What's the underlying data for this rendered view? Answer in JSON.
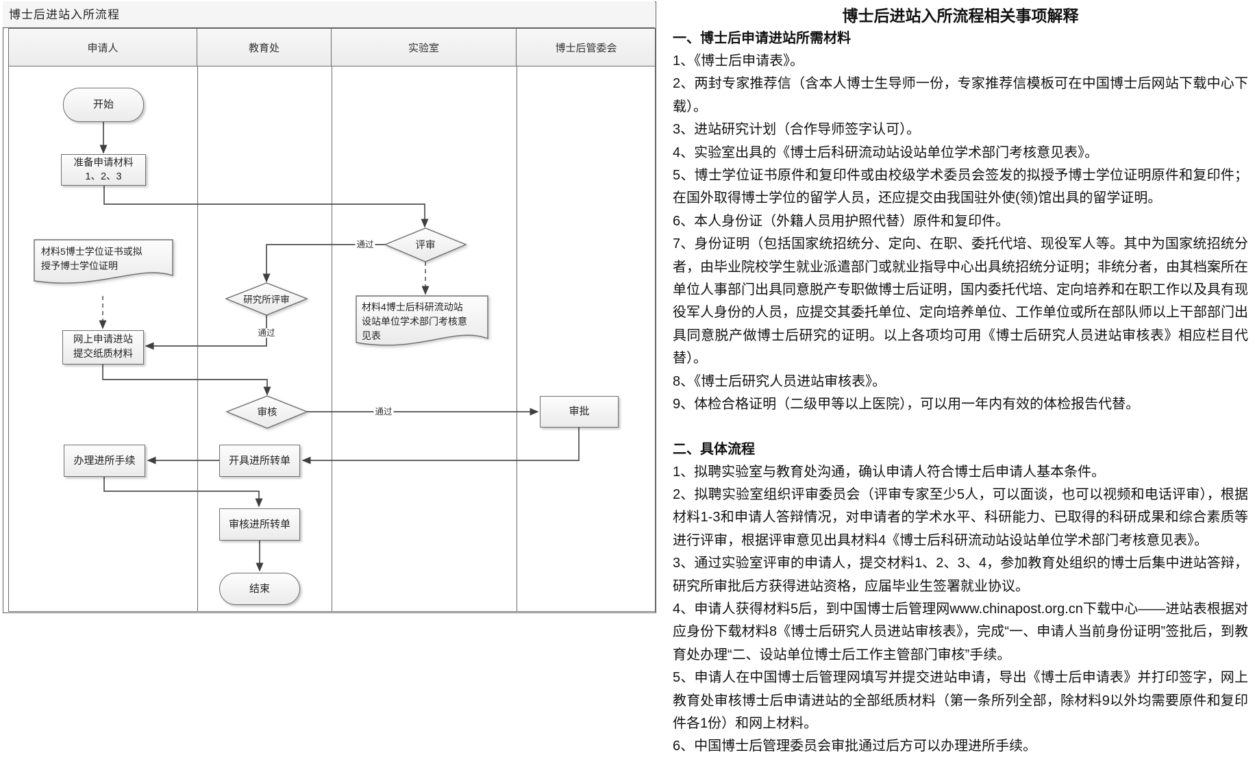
{
  "flowchart": {
    "title": "博士后进站入所流程",
    "lanes": [
      "申请人",
      "教育处",
      "实验室",
      "博士后管委会"
    ],
    "nodes": {
      "start": "开始",
      "prepare": [
        "准备申请材料",
        "1、2、3"
      ],
      "doc5": [
        "材料5博士学位证书或拟",
        "授予博士学位证明"
      ],
      "web_apply": [
        "网上申请进站",
        "提交纸质材料"
      ],
      "review": "评审",
      "institute_review": "研究所评审",
      "doc4": [
        "材料4博士后科研流动站",
        "设站单位学术部门考核意",
        "见表"
      ],
      "audit": "审核",
      "approve": "审批",
      "issue_transfer": "开具进所转单",
      "handle_admission": "办理进所手续",
      "audit_transfer": "审核进所转单",
      "end": "结束"
    },
    "edge_labels": {
      "pass1": "通过",
      "pass2": "通过",
      "pass3": "通过"
    }
  },
  "notes": {
    "title": "博士后进站入所流程相关事项解释",
    "section1": {
      "heading": "一、博士后申请进站所需材料",
      "items": [
        "1、《博士后申请表》。",
        "2、两封专家推荐信（含本人博士生导师一份，专家推荐信模板可在中国博士后网站下载中心下载）。",
        "3、进站研究计划（合作导师签字认可）。",
        "4、实验室出具的《博士后科研流动站设站单位学术部门考核意见表》。",
        "5、博士学位证书原件和复印件或由校级学术委员会签发的拟授予博士学位证明原件和复印件；在国外取得博士学位的留学人员，还应提交由我国驻外使(领)馆出具的留学证明。",
        "6、本人身份证（外籍人员用护照代替）原件和复印件。",
        "7、身份证明（包括国家统招统分、定向、在职、委托代培、现役军人等。其中为国家统招统分者，由毕业院校学生就业派遣部门或就业指导中心出具统招统分证明；非统分者，由其档案所在单位人事部门出具同意脱产专职做博士后证明，国内委托代培、定向培养和在职工作以及具有现役军人身份的人员，应提交其委托单位、定向培养单位、工作单位或所在部队师以上干部部门出具同意脱产做博士后研究的证明。以上各项均可用《博士后研究人员进站审核表》相应栏目代替）。",
        "8、《博士后研究人员进站审核表》。",
        "9、体检合格证明（二级甲等以上医院），可以用一年内有效的体检报告代替。"
      ]
    },
    "section2": {
      "heading": "二、具体流程",
      "items": [
        "1、拟聘实验室与教育处沟通，确认申请人符合博士后申请人基本条件。",
        "2、拟聘实验室组织评审委员会（评审专家至少5人，可以面谈，也可以视频和电话评审），根据材料1-3和申请人答辩情况，对申请者的学术水平、科研能力、已取得的科研成果和综合素质等进行评审，根据评审意见出具材料4《博士后科研流动站设站单位学术部门考核意见表》。",
        "3、通过实验室评审的申请人，提交材料1、2、3、4，参加教育处组织的博士后集中进站答辩，研究所审批后方获得进站资格，应届毕业生签署就业协议。",
        "4、申请人获得材料5后，到中国博士后管理网www.chinapost.org.cn下载中心——进站表根据对应身份下载材料8《博士后研究人员进站审核表》，完成“一、申请人当前身份证明”签批后，到教育处办理“二、设站单位博士后工作主管部门审核”手续。",
        "5、申请人在中国博士后管理网填写并提交进站申请，导出《博士后申请表》并打印签字，网上教育处审核博士后申请进站的全部纸质材料（第一条所列全部，除材料9以外均需要原件和复印件各1份）和网上材料。",
        "6、中国博士后管理委员会审批通过后方可以办理进所手续。"
      ]
    }
  }
}
